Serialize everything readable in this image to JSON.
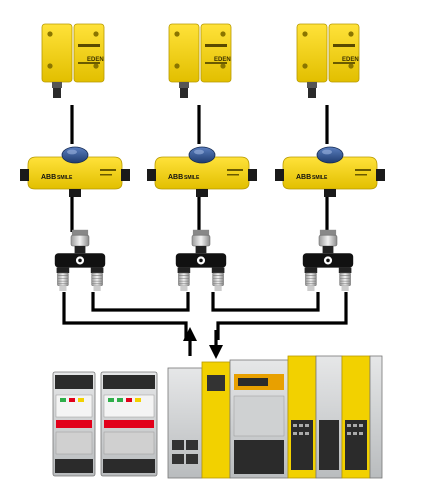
{
  "colors": {
    "device_yellow": "#f2d100",
    "device_yellow_dark": "#c9a900",
    "button_blue": "#2a4f8a",
    "connector_black": "#111111",
    "wire": "#000000",
    "plc_grey": "#d5d7d8",
    "abb_red": "#e2001a"
  },
  "sensors": [
    {
      "brand": "EDEN"
    },
    {
      "brand": "EDEN"
    },
    {
      "brand": "EDEN"
    }
  ],
  "nodes": [
    {
      "brand": "ABB",
      "model": "SMILE"
    },
    {
      "brand": "ABB",
      "model": "SMILE"
    },
    {
      "brand": "ABB",
      "model": "SMILE"
    }
  ],
  "icons": [
    "sensor-icon",
    "smile-node-icon",
    "y-splitter-icon",
    "arrow-up-icon",
    "arrow-down-icon",
    "safety-relay-icon",
    "plc-icon"
  ]
}
